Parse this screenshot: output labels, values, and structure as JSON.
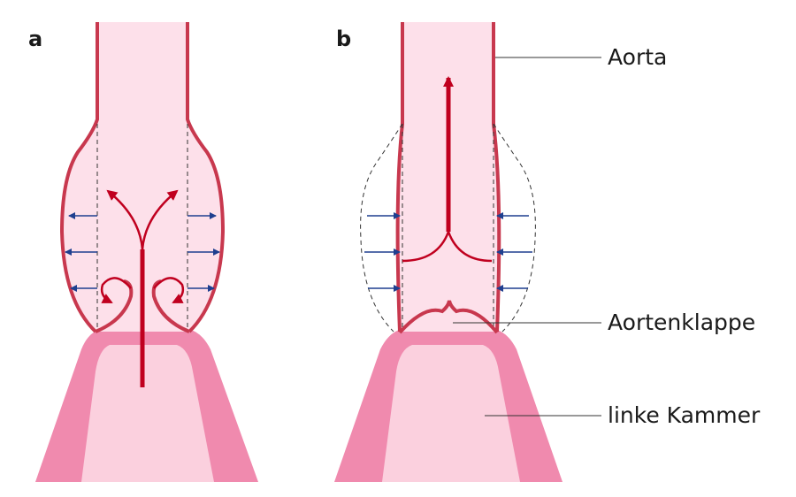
{
  "panels": [
    {
      "id": "a",
      "label": "a"
    },
    {
      "id": "b",
      "label": "b"
    }
  ],
  "callouts": [
    {
      "id": "aorta",
      "label": "Aorta"
    },
    {
      "id": "aortic-valve",
      "label": "Aortenklappe"
    },
    {
      "id": "left-ventricle",
      "label": "linke Kammer"
    }
  ],
  "colors": {
    "vessel_fill": "#fde0ea",
    "vessel_wall": "#c8384e",
    "ventricle_wall": "#f08aae",
    "flow_arrow": "#c0001f",
    "pressure_arrow": "#1f3f8f",
    "reference_line": "#333333"
  }
}
